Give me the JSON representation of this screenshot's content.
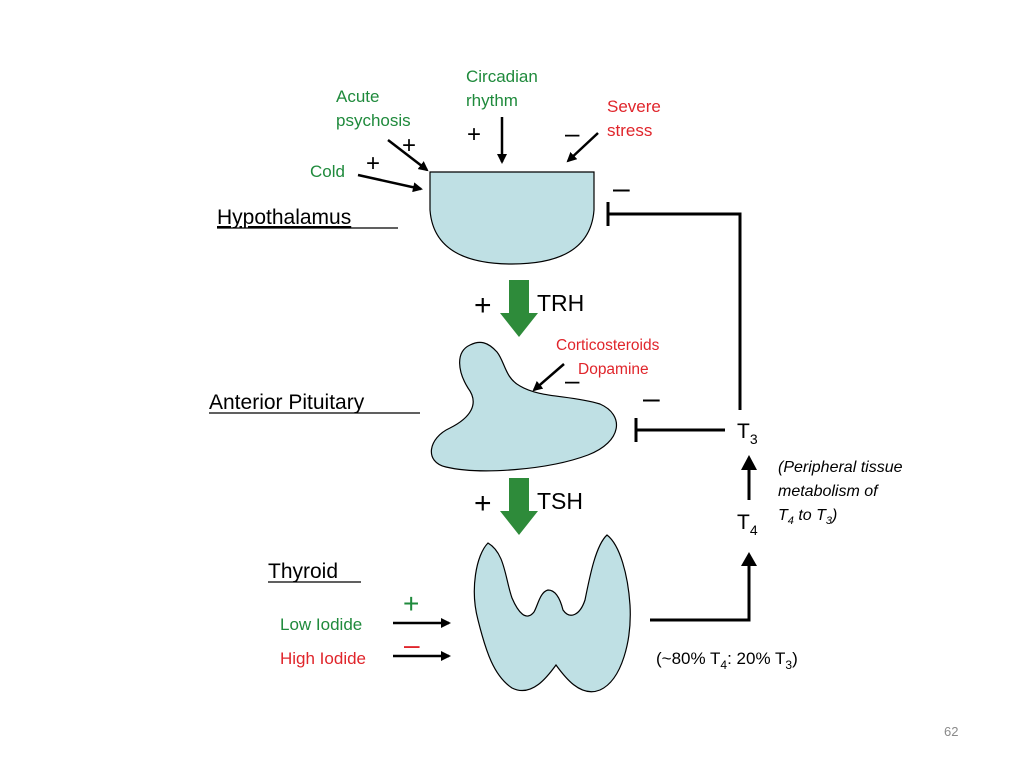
{
  "organs": {
    "hypothalamus": "Hypothalamus",
    "anterior_pituitary": "Anterior Pituitary",
    "thyroid": "Thyroid"
  },
  "hormones": {
    "trh": "TRH",
    "tsh": "TSH",
    "t3": "T",
    "t3_sub": "3",
    "t4": "T",
    "t4_sub": "4"
  },
  "hypothalamus_inputs": {
    "acute_psychosis_line1": "Acute",
    "acute_psychosis_line2": "psychosis",
    "circadian_line1": "Circadian",
    "circadian_line2": "rhythm",
    "severe_stress_line1": "Severe",
    "severe_stress_line2": "stress",
    "cold": "Cold"
  },
  "pituitary_inhibitors": {
    "corticosteroids": "Corticosteroids",
    "dopamine": "Dopamine"
  },
  "thyroid_inputs": {
    "low_iodide": "Low Iodide",
    "high_iodide": "High Iodide"
  },
  "notes": {
    "peripheral_line1": "(Peripheral tissue",
    "peripheral_line2": "metabolism of",
    "peripheral_line3_a": "T",
    "peripheral_line3_sub_a": "4",
    "peripheral_line3_b": " to T",
    "peripheral_line3_sub_b": "3",
    "peripheral_line3_c": ")",
    "ratio_a": "(~80% T",
    "ratio_sub_a": "4",
    "ratio_b": ": 20% T",
    "ratio_sub_b": "3",
    "ratio_c": ")"
  },
  "signs": {
    "plus": "+",
    "minus": "–"
  },
  "slide_number": "62",
  "colors": {
    "organ_fill": "#bfe0e4",
    "stimulate_text": "#1f8a3c",
    "inhibit_text": "#e0252b",
    "hormone_arrow": "#2e8b3a",
    "line": "#000000"
  }
}
